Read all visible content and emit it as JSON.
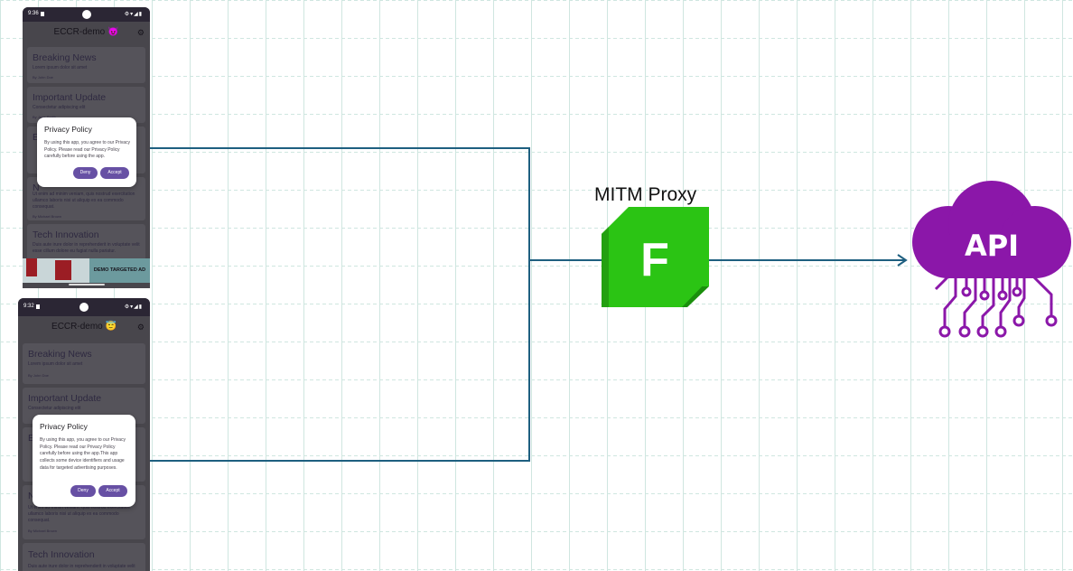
{
  "colors": {
    "connector": "#1e5f80",
    "api_purple": "#8b17a9",
    "proxy_green": "#2bc414",
    "proxy_green_dark": "#1a8f0c",
    "button_purple": "#6750a4"
  },
  "phone_top": {
    "status_time": "9:36",
    "status_icons": "⚙▾◢▮",
    "app_title": "ECCR-demo 😈",
    "settings_icon": "gear-icon",
    "cards": [
      {
        "title": "Breaking News",
        "subtitle": "Lorem ipsum dolor sit amet",
        "author": "By John Doe"
      },
      {
        "title": "Important Update",
        "subtitle": "Consectetur adipiscing elit",
        "author": "By Jane Smith"
      },
      {
        "title": "E",
        "subtitle": "",
        "author": ""
      },
      {
        "title": "N",
        "subtitle": "Ut enim ad minim veniam, quis nostrud exercitation ullamco laboris nisi ut aliquip ex ea commodo consequat.",
        "author": "By Michael Brown"
      },
      {
        "title": "Tech Innovation",
        "subtitle": "Duis aute irure dolor in reprehenderit in voluptate velit esse cillum dolore eu fugiat nulla pariatur.",
        "author": ""
      }
    ],
    "dialog": {
      "title": "Privacy Policy",
      "body": "By using this app, you agree to our Privacy Policy. Please read our Privacy Policy carefully before using the app.",
      "deny": "Deny",
      "accept": "Accept"
    },
    "ad_text": "DEMO TARGETED AD"
  },
  "phone_bottom": {
    "status_time": "9:32",
    "status_icons": "⚙▾◢▮",
    "app_title": "ECCR-demo 😇",
    "settings_icon": "gear-icon",
    "cards": [
      {
        "title": "Breaking News",
        "subtitle": "Lorem ipsum dolor sit amet",
        "author": "By John Doe"
      },
      {
        "title": "Important Update",
        "subtitle": "Consectetur adipiscing elit",
        "author": ""
      },
      {
        "title": "E",
        "subtitle": "",
        "author": ""
      },
      {
        "title": "N",
        "subtitle": "Ut enim ad minim veniam, quis nostrud exercitation ullamco laboris nisi ut aliquip ex ea commodo consequat.",
        "author": "By Michael Brown"
      },
      {
        "title": "Tech Innovation",
        "subtitle": "Duis aute irure dolor in reprehenderit in voluptate velit",
        "author": ""
      }
    ],
    "dialog": {
      "title": "Privacy Policy",
      "body": "By using this app, you agree to our Privacy Policy. Please read our Privacy Policy carefully before using the app.This app collects some device identifiers and usage data for targeted advertising purposes.",
      "deny": "Deny",
      "accept": "Accept"
    }
  },
  "proxy": {
    "label": "MITM Proxy",
    "logo_letter": "F"
  },
  "api": {
    "label": "API"
  }
}
